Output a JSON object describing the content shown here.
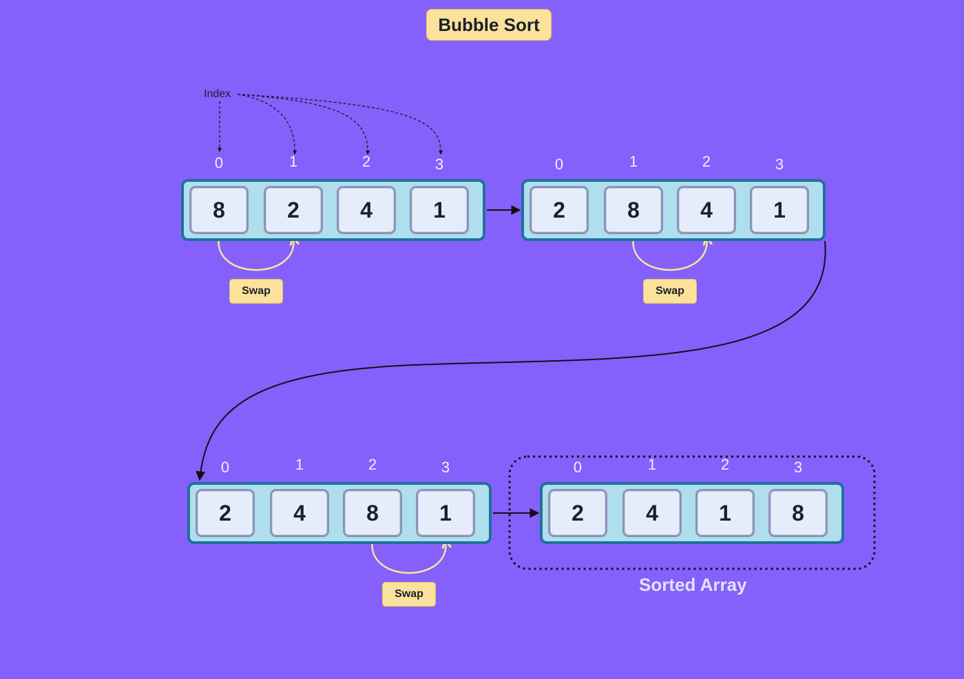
{
  "title": "Bubble Sort",
  "index_label": "Index",
  "swap_label": "Swap",
  "sorted_label": "Sorted Array",
  "colors": {
    "background": "#8560fb",
    "badge": "#fbe29b",
    "array_fill": "#afdeef",
    "array_border": "#1f719c",
    "cell_fill": "#e6edfa",
    "swap_arrow": "#f6e7a0"
  },
  "steps": [
    {
      "indices": [
        "0",
        "1",
        "2",
        "3"
      ],
      "values": [
        "8",
        "2",
        "4",
        "1"
      ],
      "swap": [
        0,
        1
      ]
    },
    {
      "indices": [
        "0",
        "1",
        "2",
        "3"
      ],
      "values": [
        "2",
        "8",
        "4",
        "1"
      ],
      "swap": [
        1,
        2
      ]
    },
    {
      "indices": [
        "0",
        "1",
        "2",
        "3"
      ],
      "values": [
        "2",
        "4",
        "8",
        "1"
      ],
      "swap": [
        2,
        3
      ]
    },
    {
      "indices": [
        "0",
        "1",
        "2",
        "3"
      ],
      "values": [
        "2",
        "4",
        "1",
        "8"
      ],
      "swap": null
    }
  ]
}
